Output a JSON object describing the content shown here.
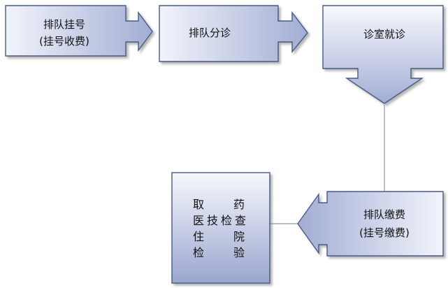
{
  "nodes": {
    "queue_register": {
      "line1": "排队挂号",
      "line2": "(挂号收费)"
    },
    "queue_triage": {
      "line1": "排队分诊"
    },
    "consultation": {
      "line1": "诊室就诊"
    },
    "queue_payment": {
      "line1": "排队缴费",
      "line2": "(挂号缴费)"
    },
    "outcomes": {
      "rows": [
        {
          "left": "取",
          "right": "药"
        },
        {
          "left": "医技检查",
          "right": ""
        },
        {
          "left": "住",
          "right": "院"
        },
        {
          "left": "检",
          "right": "验"
        }
      ]
    }
  },
  "colors": {
    "box_fill_light": "#f5f7fc",
    "box_fill_dark": "#9aa6cf",
    "box_stroke": "#4a5a86",
    "connector": "#8c98b8"
  }
}
